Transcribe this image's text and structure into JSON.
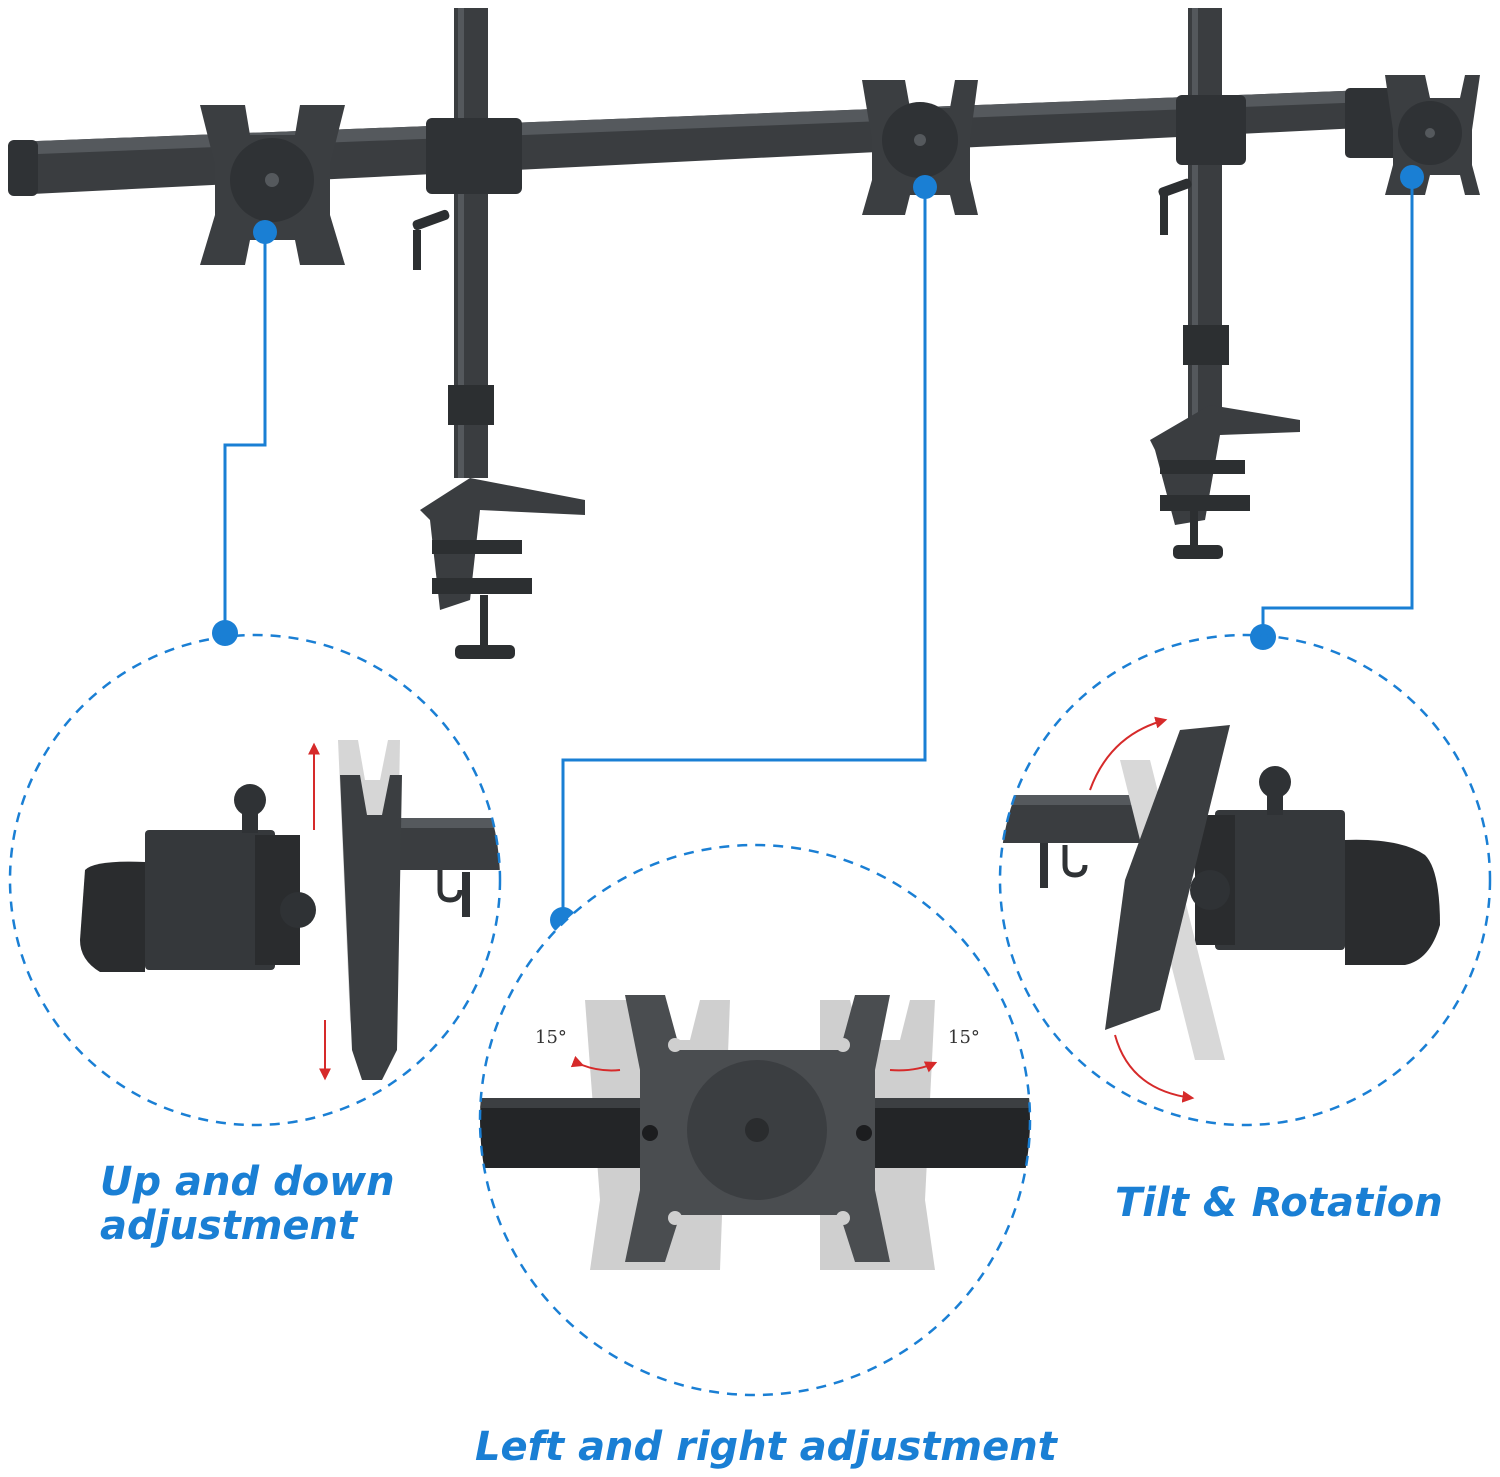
{
  "captions": {
    "up_down_line1": "Up and down",
    "up_down_line2": "adjustment",
    "left_right": "Left and right adjustment",
    "tilt_rotation": "Tilt & Rotation"
  },
  "angle_labels": {
    "left": "15°",
    "right": "15°"
  },
  "colors": {
    "accent": "#1a7fd4",
    "metal": "#3a3d40",
    "metal_dark": "#2a2c2e",
    "ghost": "#c8c8c8",
    "arrow": "#d62a2a"
  },
  "icons": {
    "mount": "triple-monitor-desk-mount",
    "callout": "dashed-circle-callout"
  }
}
